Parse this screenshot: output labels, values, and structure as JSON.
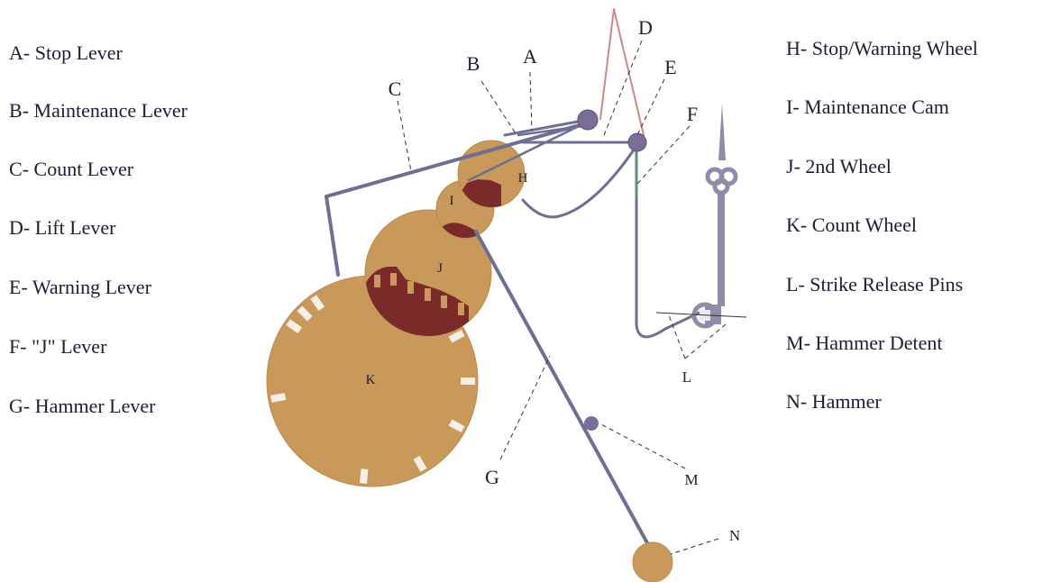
{
  "legend_left": [
    {
      "key": "A",
      "label": "Stop Lever"
    },
    {
      "key": "B",
      "label": "Maintenance Lever"
    },
    {
      "key": "C",
      "label": "Count Lever"
    },
    {
      "key": "D",
      "label": "Lift Lever"
    },
    {
      "key": "E",
      "label": "Warning Lever"
    },
    {
      "key": "F",
      "label": "\"J\" Lever"
    },
    {
      "key": "G",
      "label": "Hammer Lever"
    }
  ],
  "legend_right": [
    {
      "key": "H",
      "label": "Stop/Warning Wheel"
    },
    {
      "key": "I",
      "label": "Maintenance Cam"
    },
    {
      "key": "J",
      "label": "2nd Wheel"
    },
    {
      "key": "K",
      "label": "Count Wheel"
    },
    {
      "key": "L",
      "label": "Strike Release Pins"
    },
    {
      "key": "M",
      "label": "Hammer Detent"
    },
    {
      "key": "N",
      "label": "Hammer"
    }
  ],
  "separator": "-",
  "callouts": {
    "A": "A",
    "B": "B",
    "C": "C",
    "D": "D",
    "E": "E",
    "F": "F",
    "G": "G",
    "L": "L",
    "M": "M",
    "N": "N"
  },
  "parts": {
    "H": "H",
    "I": "I",
    "J": "J",
    "K": "K"
  },
  "colors": {
    "wheel": "#c8995a",
    "wheel_edge": "#b88a4e",
    "cam": "#7b2a2a",
    "lever": "#6d6f93",
    "pivot": "#7a6e96",
    "lift_lever": "#c88a8a",
    "j_lever": "#5f8f7a",
    "hand": "#8e8ca8",
    "slot": "#f5efe6",
    "leader": "#333333"
  }
}
